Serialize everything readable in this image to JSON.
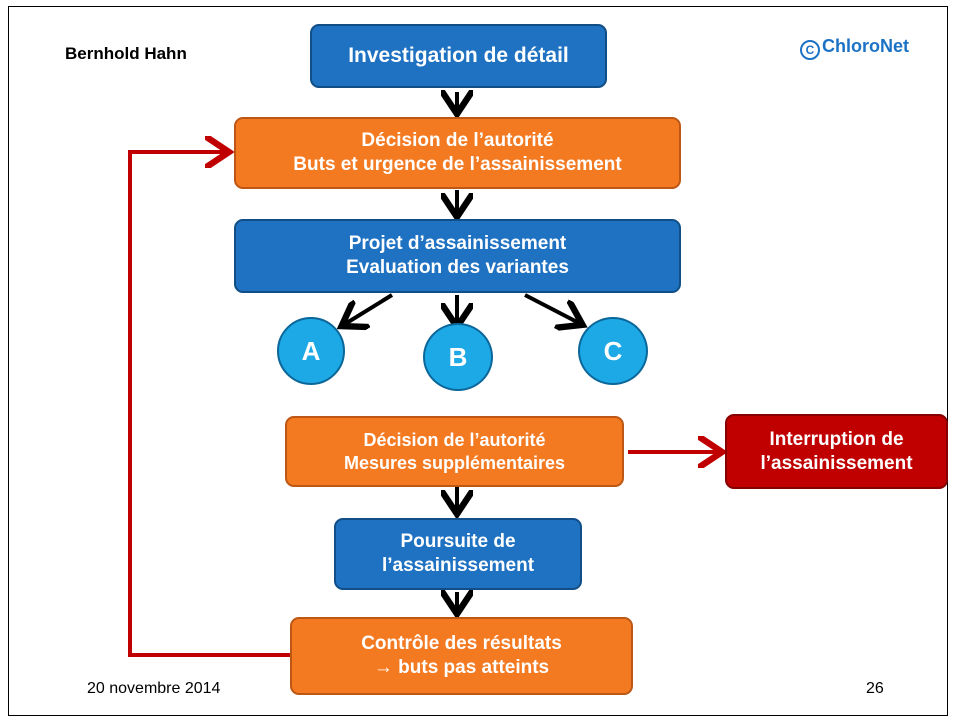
{
  "header": {
    "author": "Bernhold Hahn",
    "logo_text": "ChloroNet"
  },
  "nodes": {
    "investigation": {
      "text": "Investigation de détail",
      "color": "#1f72c2"
    },
    "decision1": {
      "line1": "Décision de l’autorité",
      "line2": "Buts et urgence de l’assainissement",
      "color": "#f47a22"
    },
    "projet": {
      "line1": "Projet d’assainissement",
      "line2": "Evaluation des variantes",
      "color": "#1f72c2"
    },
    "variant_a": {
      "label": "A",
      "color": "#1da9e5"
    },
    "variant_b": {
      "label": "B",
      "color": "#1da9e5"
    },
    "variant_c": {
      "label": "C",
      "color": "#1da9e5"
    },
    "decision2": {
      "line1": "Décision de l’autorité",
      "line2": "Mesures supplémentaires",
      "color": "#f47a22"
    },
    "interruption": {
      "line1": "Interruption de",
      "line2": "l’assainissement",
      "color": "#c00000"
    },
    "poursuite": {
      "line1": "Poursuite de",
      "line2": "l’assainissement",
      "color": "#1f72c2"
    },
    "controle": {
      "line1": "Contrôle des résultats",
      "line2": "→  buts pas atteints",
      "color": "#f47a22"
    }
  },
  "footer": {
    "date": "20 novembre 2014",
    "page": "26"
  },
  "colors": {
    "arrow_black": "#000000",
    "arrow_red": "#c00000"
  }
}
